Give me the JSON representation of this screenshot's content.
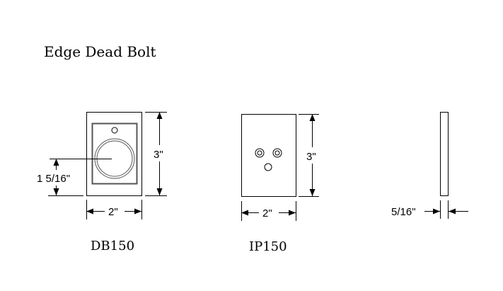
{
  "title": "Edge Dead Bolt",
  "db150": {
    "label": "DB150",
    "height": "3\"",
    "width": "2\"",
    "center_height": "1 5/16\""
  },
  "ip150": {
    "label": "IP150",
    "height": "3\"",
    "width": "2\""
  },
  "side": {
    "thickness": "5/16\""
  }
}
